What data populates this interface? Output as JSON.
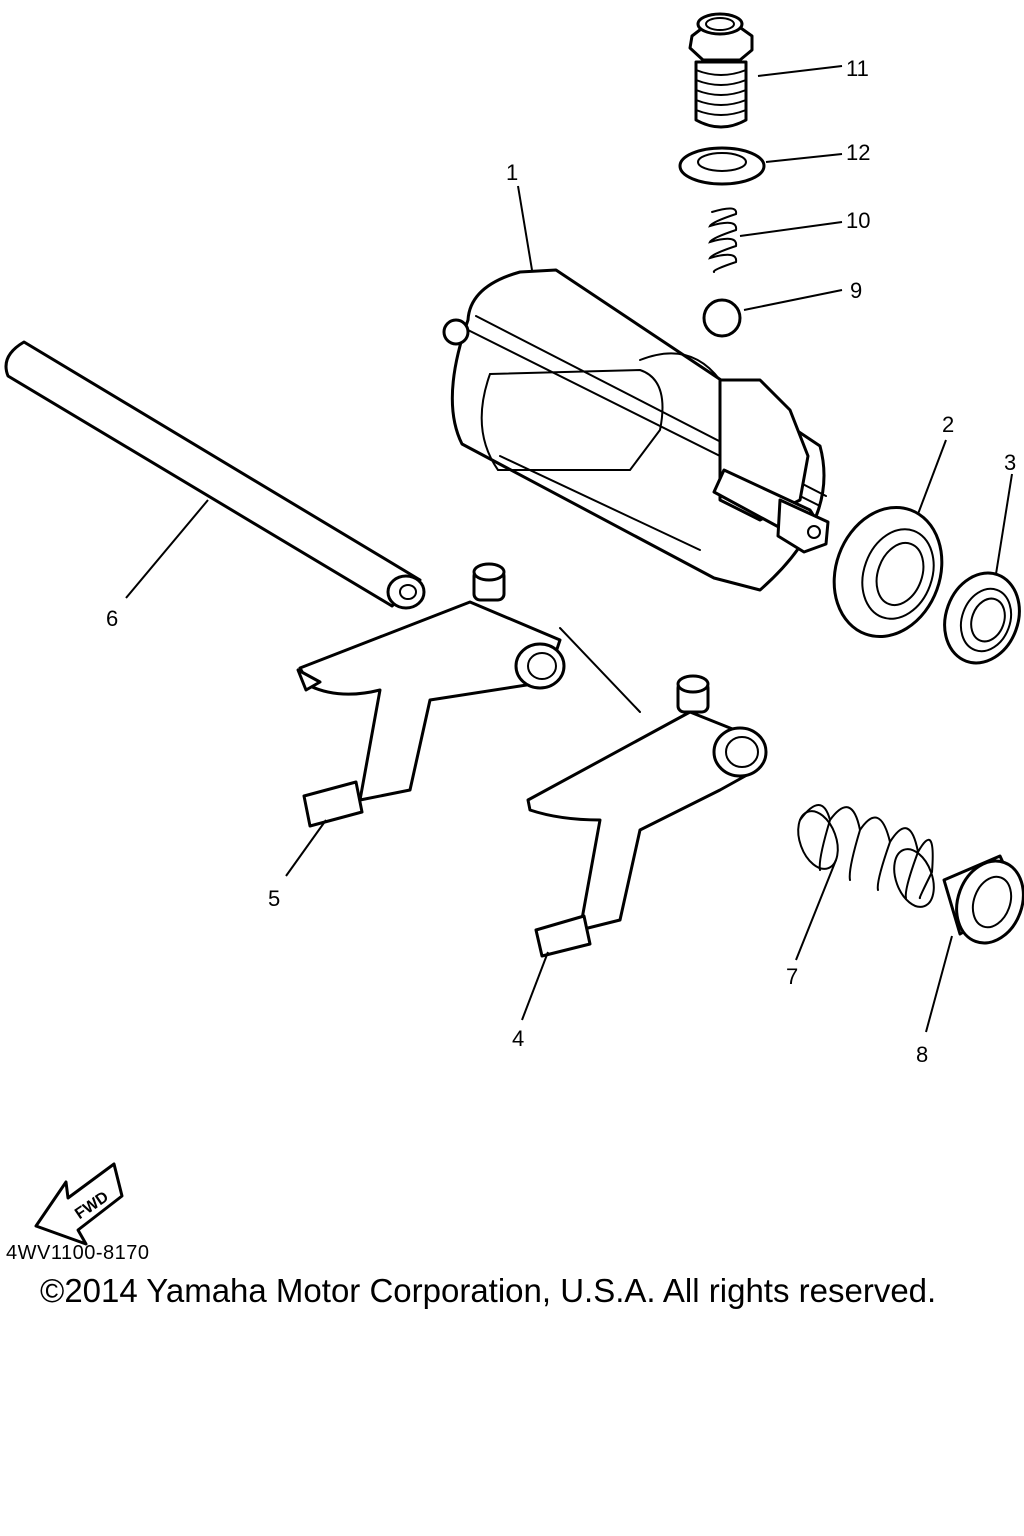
{
  "diagram": {
    "callouts": [
      {
        "id": "1",
        "label": "1"
      },
      {
        "id": "2",
        "label": "2"
      },
      {
        "id": "3",
        "label": "3"
      },
      {
        "id": "4",
        "label": "4"
      },
      {
        "id": "5",
        "label": "5"
      },
      {
        "id": "6",
        "label": "6"
      },
      {
        "id": "7",
        "label": "7"
      },
      {
        "id": "8",
        "label": "8"
      },
      {
        "id": "9",
        "label": "9"
      },
      {
        "id": "10",
        "label": "10"
      },
      {
        "id": "11",
        "label": "11"
      },
      {
        "id": "12",
        "label": "12"
      }
    ],
    "fwd_badge": "FWD",
    "catalog_number": "4WV1100-8170",
    "copyright": "©2014 Yamaha Motor Corporation, U.S.A. All rights reserved."
  }
}
